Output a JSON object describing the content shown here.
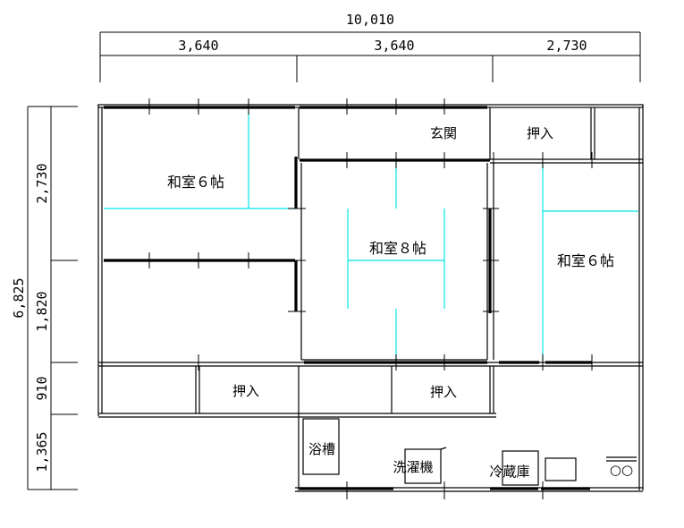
{
  "dimensions": {
    "top_total": "10,010",
    "top_segments": [
      "3,640",
      "3,640",
      "2,730"
    ],
    "left_total": "6,825",
    "left_segments": [
      "2,730",
      "1,820",
      "910",
      "1,365"
    ]
  },
  "rooms": {
    "washitsu_6_left": "和室６帖",
    "washitsu_8": "和室８帖",
    "washitsu_6_right": "和室６帖",
    "genkan": "玄関",
    "oshiire_top": "押入",
    "oshiire_bottom_left": "押入",
    "oshiire_bottom_mid": "押入",
    "bath": "浴槽",
    "washer": "洗濯機",
    "fridge": "冷蔵庫",
    "stove": "○○"
  },
  "colors": {
    "wall": "#000000",
    "tatami_line": "#00e5e5",
    "dimension_line": "#000000"
  }
}
